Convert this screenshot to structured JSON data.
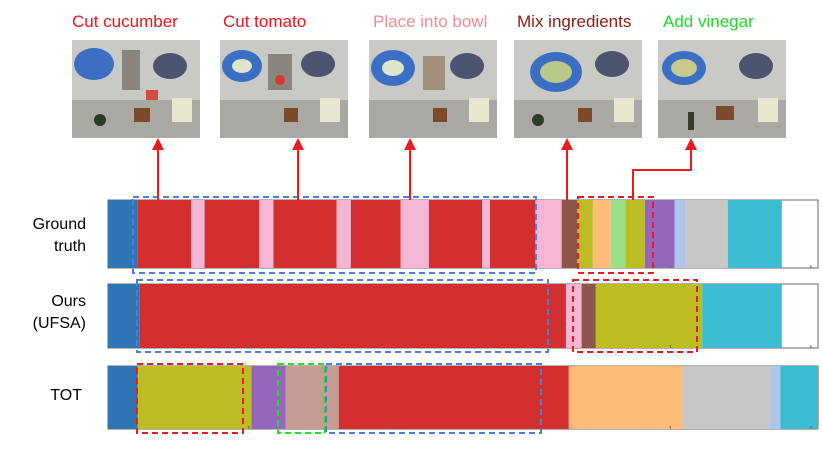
{
  "actions": [
    {
      "label": "Cut cucumber",
      "color": "#e8161b"
    },
    {
      "label": "Cut tomato",
      "color": "#e8161b"
    },
    {
      "label": "Place into bowl",
      "color": "#f08c92"
    },
    {
      "label": "Mix ingredients",
      "color": "#8b1a10"
    },
    {
      "label": "Add vinegar",
      "color": "#22d62b"
    }
  ],
  "rows": [
    {
      "label_lines": [
        "Ground",
        "truth"
      ],
      "segments": [
        {
          "from": 0,
          "to": 4.2,
          "color": "#2f74b5"
        },
        {
          "from": 4.2,
          "to": 11.7,
          "color": "#d32f2f"
        },
        {
          "from": 11.7,
          "to": 13.6,
          "color": "#f4b6d2"
        },
        {
          "from": 13.6,
          "to": 21.3,
          "color": "#d32f2f"
        },
        {
          "from": 21.3,
          "to": 23.3,
          "color": "#f4b6d2"
        },
        {
          "from": 23.3,
          "to": 32.2,
          "color": "#d32f2f"
        },
        {
          "from": 32.2,
          "to": 34.2,
          "color": "#f4b6d2"
        },
        {
          "from": 34.2,
          "to": 41.2,
          "color": "#d32f2f"
        },
        {
          "from": 41.2,
          "to": 45.2,
          "color": "#f4b6d2"
        },
        {
          "from": 45.2,
          "to": 52.7,
          "color": "#d32f2f"
        },
        {
          "from": 52.7,
          "to": 53.8,
          "color": "#f4b6d2"
        },
        {
          "from": 53.8,
          "to": 60.2,
          "color": "#d32f2f"
        },
        {
          "from": 60.2,
          "to": 63.9,
          "color": "#f4b6d2"
        },
        {
          "from": 63.9,
          "to": 66.1,
          "color": "#8c564b"
        },
        {
          "from": 66.1,
          "to": 68.3,
          "color": "#bcbd22"
        },
        {
          "from": 68.3,
          "to": 70.8,
          "color": "#ffbb78"
        },
        {
          "from": 70.8,
          "to": 72.9,
          "color": "#98df8a"
        },
        {
          "from": 72.9,
          "to": 75.6,
          "color": "#bcbd22"
        },
        {
          "from": 75.6,
          "to": 79.8,
          "color": "#9467bd"
        },
        {
          "from": 79.8,
          "to": 81.3,
          "color": "#aec7e8"
        },
        {
          "from": 81.3,
          "to": 87.3,
          "color": "#c7c7c7"
        },
        {
          "from": 87.3,
          "to": 94.9,
          "color": "#3bbcd0"
        }
      ]
    },
    {
      "label_lines": [
        "Ours",
        "(UFSA)"
      ],
      "segments": [
        {
          "from": 0,
          "to": 4.4,
          "color": "#2f74b5"
        },
        {
          "from": 4.4,
          "to": 64.5,
          "color": "#d32f2f"
        },
        {
          "from": 64.5,
          "to": 66.7,
          "color": "#f4b6d2"
        },
        {
          "from": 66.7,
          "to": 68.7,
          "color": "#8c564b"
        },
        {
          "from": 68.7,
          "to": 83.7,
          "color": "#bcbd22"
        },
        {
          "from": 83.7,
          "to": 94.9,
          "color": "#3bbcd0"
        }
      ]
    },
    {
      "label_lines": [
        "TOT"
      ],
      "segments": [
        {
          "from": 0,
          "to": 4.2,
          "color": "#2f74b5"
        },
        {
          "from": 4.2,
          "to": 20.2,
          "color": "#bcbd22"
        },
        {
          "from": 20.2,
          "to": 25.0,
          "color": "#9467bd"
        },
        {
          "from": 25.0,
          "to": 32.5,
          "color": "#c49c94"
        },
        {
          "from": 32.5,
          "to": 64.9,
          "color": "#d32f2f"
        },
        {
          "from": 64.9,
          "to": 80.9,
          "color": "#ffbb78"
        },
        {
          "from": 80.9,
          "to": 93.2,
          "color": "#c7c7c7"
        },
        {
          "from": 93.2,
          "to": 94.7,
          "color": "#aec7e8"
        },
        {
          "from": 94.7,
          "to": 100,
          "color": "#3bbcd0"
        }
      ]
    }
  ],
  "highlight_colors": {
    "blue": "#4a7fe0",
    "red": "#e81c1c",
    "green": "#22e022",
    "arrow": "#e81c1c"
  }
}
